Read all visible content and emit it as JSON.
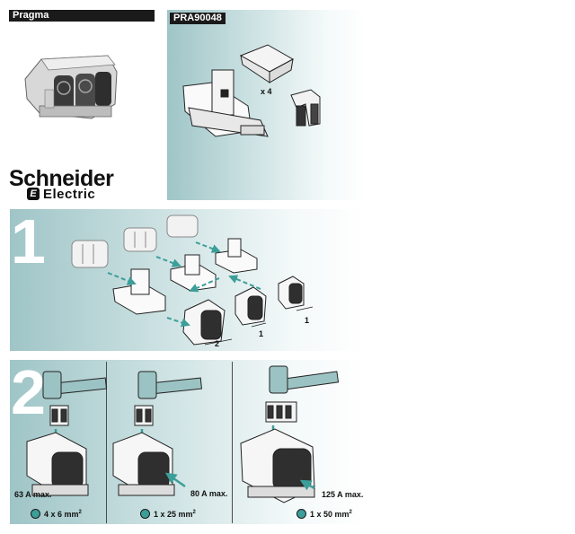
{
  "header": {
    "brand_label": "Pragma",
    "product_code": "PRA90048"
  },
  "logo": {
    "name": "Schneider",
    "sub": "Electric"
  },
  "kit": {
    "quantity": "x 4"
  },
  "steps": {
    "step1": {
      "number": "1",
      "arrow_label_a": "2",
      "arrow_label_b": "1",
      "arrow_label_c": "1"
    },
    "step2": {
      "number": "2",
      "options": [
        {
          "rating": "63 A max.",
          "cable": "4 x 6 mm",
          "exp": "2"
        },
        {
          "rating": "80 A max.",
          "cable": "1 x 25 mm",
          "exp": "2"
        },
        {
          "rating": "125 A max.",
          "cable": "1 x 50 mm",
          "exp": "2"
        }
      ]
    }
  },
  "colors": {
    "accent": "#3c9e99",
    "panel_start": "#9fc5c7",
    "label_bg": "#1a1a1a"
  }
}
